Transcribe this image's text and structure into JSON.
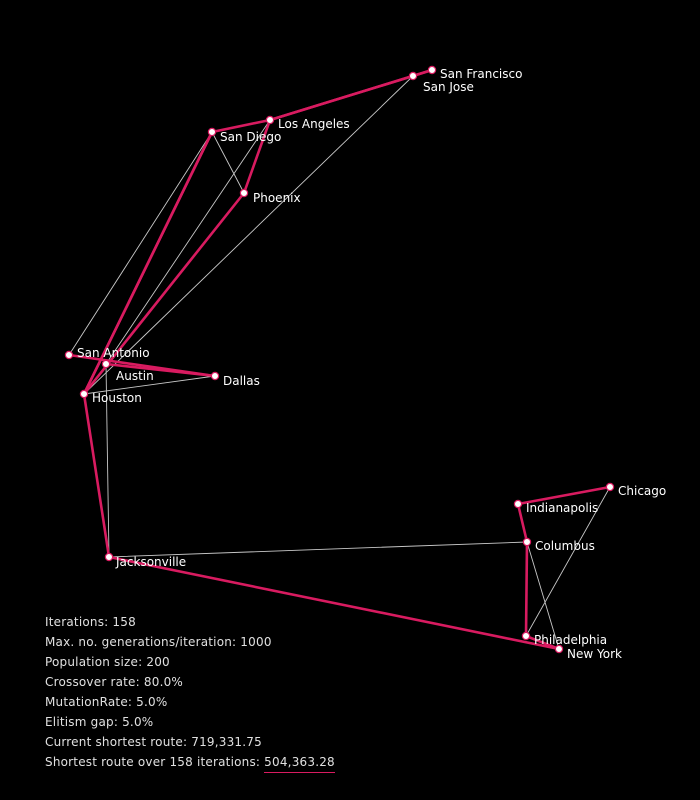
{
  "colors": {
    "background": "#000000",
    "best_route": "#d81b60",
    "current_route": "#c8c8c8",
    "city_fill": "#ffffff",
    "city_stroke": "#d81b60"
  },
  "cities": [
    {
      "id": "san-francisco",
      "name": "San Francisco"
    },
    {
      "id": "san-jose",
      "name": "San Jose"
    },
    {
      "id": "los-angeles",
      "name": "Los Angeles"
    },
    {
      "id": "san-diego",
      "name": "San Diego"
    },
    {
      "id": "phoenix",
      "name": "Phoenix"
    },
    {
      "id": "san-antonio",
      "name": "San Antonio"
    },
    {
      "id": "austin",
      "name": "Austin"
    },
    {
      "id": "dallas",
      "name": "Dallas"
    },
    {
      "id": "houston",
      "name": "Houston"
    },
    {
      "id": "jacksonville",
      "name": "Jacksonville"
    },
    {
      "id": "chicago",
      "name": "Chicago"
    },
    {
      "id": "indianapolis",
      "name": "Indianapolis"
    },
    {
      "id": "columbus",
      "name": "Columbus"
    },
    {
      "id": "philadelphia",
      "name": "Philadelphia"
    },
    {
      "id": "new-york",
      "name": "New York"
    }
  ],
  "best_route": [
    "san-francisco",
    "san-jose",
    "los-angeles",
    "san-diego",
    "houston",
    "jacksonville",
    "new-york",
    "philadelphia",
    "columbus",
    "indianapolis",
    "chicago"
  ],
  "current_route_edges": [
    [
      "san-diego",
      "phoenix"
    ],
    [
      "san-diego",
      "san-antonio"
    ],
    [
      "los-angeles",
      "austin"
    ],
    [
      "san-jose",
      "houston"
    ],
    [
      "houston",
      "dallas"
    ],
    [
      "austin",
      "jacksonville"
    ],
    [
      "jacksonville",
      "columbus"
    ],
    [
      "columbus",
      "new-york"
    ],
    [
      "columbus",
      "philadelphia"
    ],
    [
      "chicago",
      "philadelphia"
    ]
  ],
  "stats": {
    "iterations": "Iterations: 158",
    "max_generations": "Max. no. generations/iteration: 1000",
    "population": "Population size: 200",
    "crossover": "Crossover rate: 80.0%",
    "mutation": "MutationRate: 5.0%",
    "elitism": "Elitism gap: 5.0%",
    "current_shortest": "Current shortest route: 719,331.75",
    "best_label": "Shortest route over 158 iterations:",
    "best_value": "504,363.28"
  }
}
